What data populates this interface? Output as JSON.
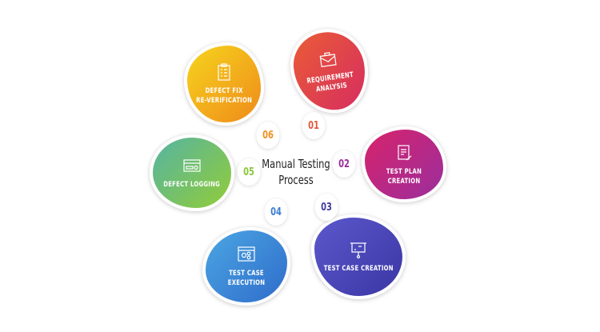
{
  "title": "Manual Testing\nProcess",
  "steps": [
    {
      "number": "01",
      "label": "REQUIREMENT\nANALYSIS",
      "icon": "briefcase-icon",
      "colors": [
        "#ea5c36",
        "#d62d60"
      ],
      "number_color": "#e0553a"
    },
    {
      "number": "02",
      "label": "TEST PLAN CREATION",
      "icon": "document-pen-icon",
      "colors": [
        "#d8236a",
        "#9a2e9e"
      ],
      "number_color": "#9a2d9a"
    },
    {
      "number": "03",
      "label": "TEST CASE CREATION",
      "icon": "presentation-board-icon",
      "colors": [
        "#5b58cc",
        "#3b36a4"
      ],
      "number_color": "#3f3a9c"
    },
    {
      "number": "04",
      "label": "TEST CASE EXECUTION",
      "icon": "browser-gears-icon",
      "colors": [
        "#4ba6e2",
        "#2f6ccb"
      ],
      "number_color": "#3b7fd0"
    },
    {
      "number": "05",
      "label": "DEFECT LOGGING",
      "icon": "credit-card-icon",
      "colors": [
        "#55b4a2",
        "#92cc38"
      ],
      "number_color": "#8cc63e"
    },
    {
      "number": "06",
      "label": "DEFECT FIX\nRE-VERIFICATION",
      "icon": "clipboard-checklist-icon",
      "colors": [
        "#f6d51e",
        "#ef8a1a"
      ],
      "number_color": "#f0901e"
    }
  ]
}
